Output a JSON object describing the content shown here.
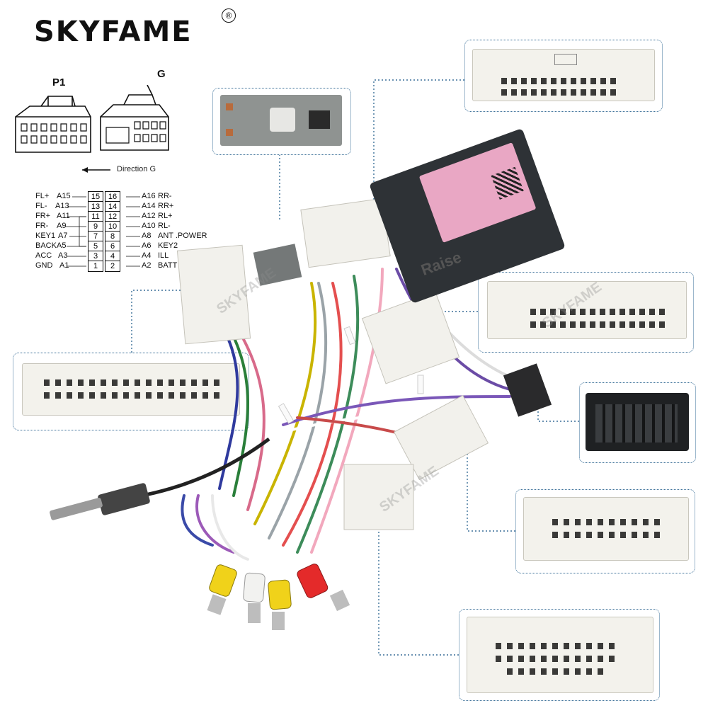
{
  "brand": {
    "name": "SKYFAME",
    "registered": "®"
  },
  "connector_diagram": {
    "p1_label": "P1",
    "g_label": "G",
    "direction_label": "Direction G"
  },
  "pinout": {
    "left": [
      {
        "name": "FL+",
        "code": "A15"
      },
      {
        "name": "FL-",
        "code": "A13"
      },
      {
        "name": "FR+",
        "code": "A11"
      },
      {
        "name": "FR-",
        "code": "A9"
      },
      {
        "name": "KEY1",
        "code": "A7"
      },
      {
        "name": "BACK",
        "code": "A5"
      },
      {
        "name": "ACC",
        "code": "A3"
      },
      {
        "name": "GND",
        "code": "A1"
      }
    ],
    "right": [
      {
        "name": "RR-",
        "code": "A16"
      },
      {
        "name": "RR+",
        "code": "A14"
      },
      {
        "name": "RL+",
        "code": "A12"
      },
      {
        "name": "RL-",
        "code": "A10"
      },
      {
        "name": "ANT .POWER",
        "code": "A8"
      },
      {
        "name": "KEY2",
        "code": "A6"
      },
      {
        "name": "ILL",
        "code": "A4"
      },
      {
        "name": "BATT",
        "code": "A2"
      }
    ],
    "pins_left": [
      "15",
      "13",
      "11",
      "9",
      "7",
      "5",
      "3",
      "1"
    ],
    "pins_right": [
      "16",
      "14",
      "12",
      "10",
      "8",
      "6",
      "4",
      "2"
    ]
  },
  "module_label": "Raise",
  "colors": {
    "callout_border": "#3a6f98",
    "connector_white": "#f3f2ec",
    "connector_grey": "#8f9391",
    "module_black": "#2e3236"
  }
}
